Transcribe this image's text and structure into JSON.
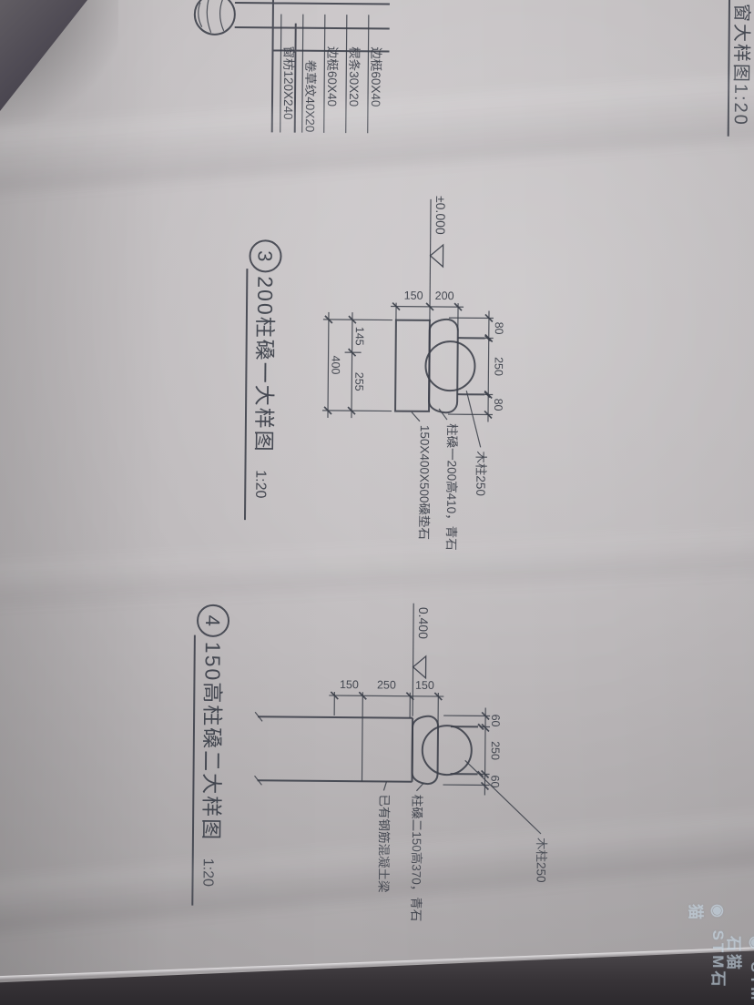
{
  "colors": {
    "paper": "#c7c3c5",
    "ink": "#3a3e48",
    "table_dark": "#3e3a3e"
  },
  "corner_title": {
    "text": "窗大样图1:20"
  },
  "window_fragment": {
    "labels": [
      "边梃60X40",
      "棂条30X20",
      "边梃60X40",
      "卷草纹40X20",
      "窗枋120X240"
    ]
  },
  "detail3": {
    "badge": "3",
    "title": "200柱磉一大样图",
    "scale": "1:20",
    "level": "±0.000",
    "dim_top": [
      "80",
      "250",
      "80"
    ],
    "dim_side": [
      "200",
      "150"
    ],
    "dim_bottom": [
      "145",
      "255"
    ],
    "dim_bottom_total": "400",
    "label_column": "木柱250",
    "label_pier": "柱磉一200高410，青石",
    "label_pad": "150X400X500磉垫石"
  },
  "detail4": {
    "badge": "4",
    "title": "150高柱磉二大样图",
    "scale": "1:20",
    "level": "0.400",
    "dim_top": [
      "60",
      "250",
      "60"
    ],
    "dim_side": [
      "150",
      "250",
      "150"
    ],
    "label_column": "木柱250",
    "label_pier": "柱磉二150高370，青石",
    "label_beam": "已有钢筋混凝土梁"
  },
  "watermark": {
    "icon": "◉",
    "text": "STM石猫"
  }
}
